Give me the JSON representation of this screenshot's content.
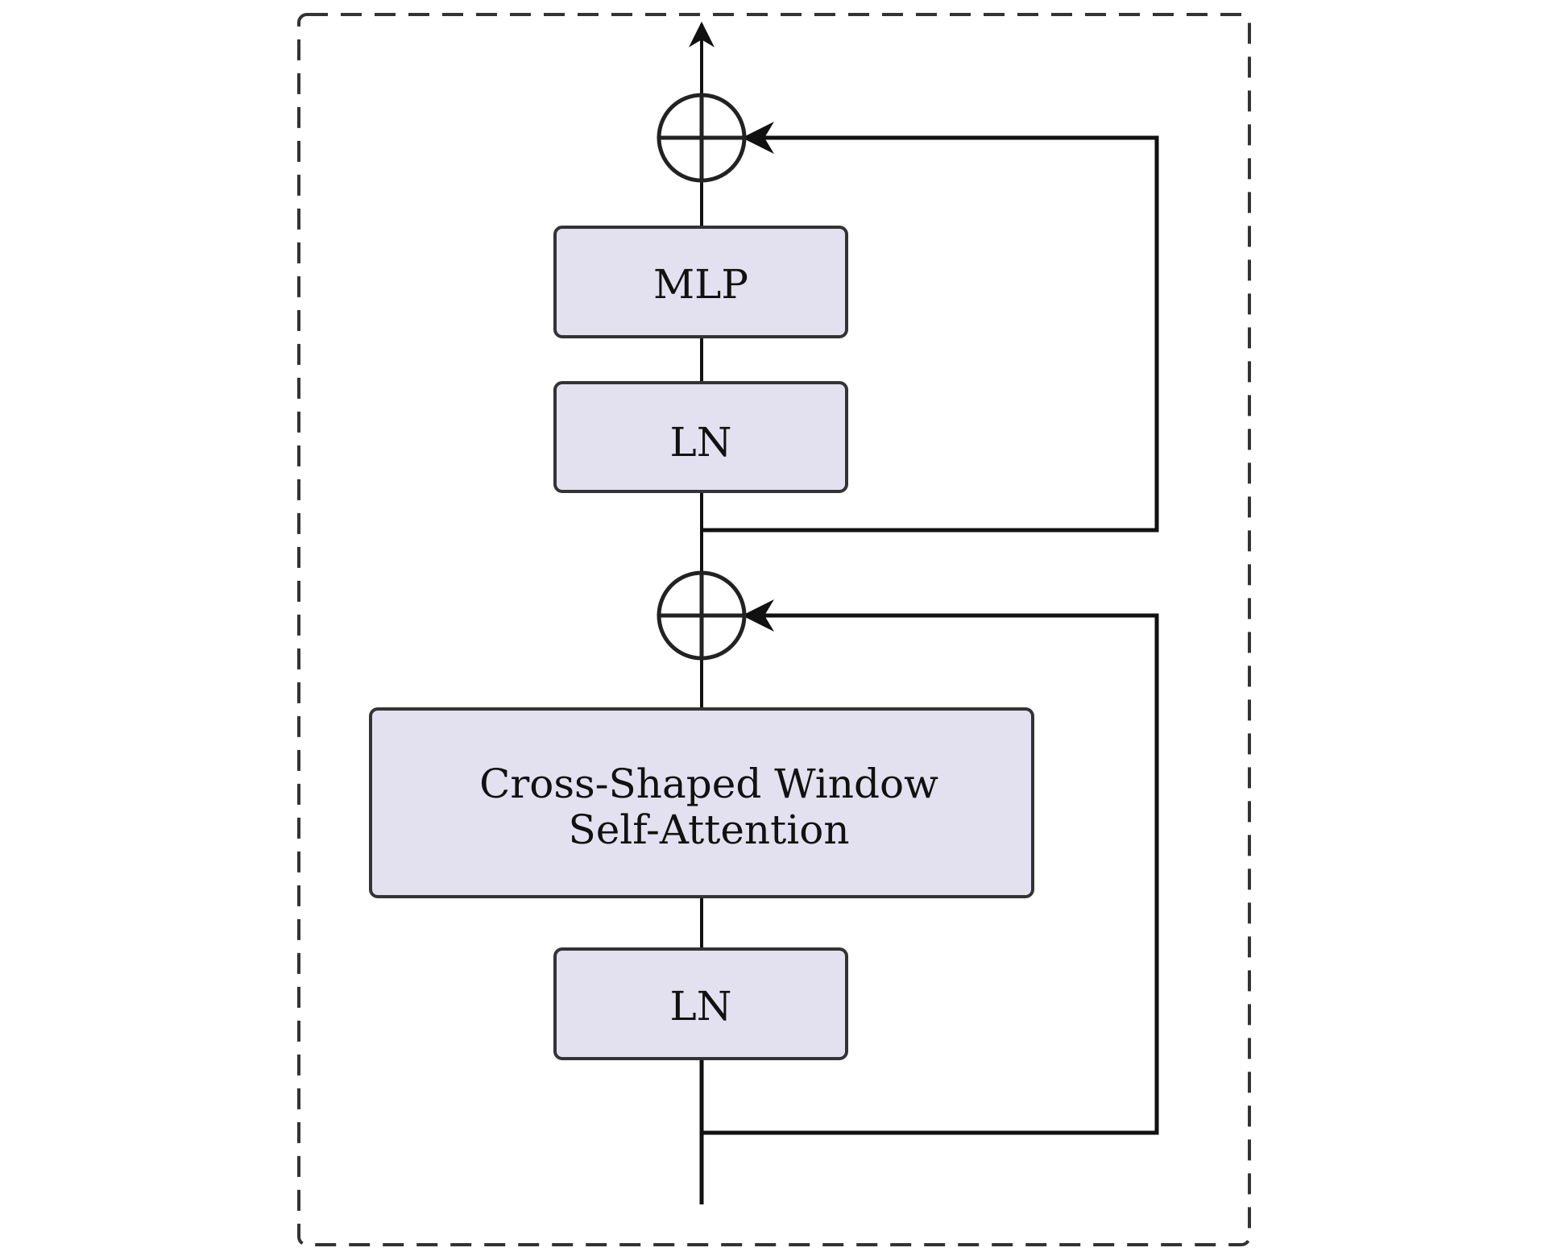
{
  "diagram": {
    "blocks": {
      "mlp": "MLP",
      "ln_top": "LN",
      "attention_line1": "Cross-Shaped Window",
      "attention_line2": "Self-Attention",
      "ln_bottom": "LN"
    },
    "colors": {
      "box_fill": "#e3e1ef",
      "box_stroke": "#333333",
      "line": "#111111",
      "frame": "#333333",
      "adder": "#222222"
    }
  }
}
